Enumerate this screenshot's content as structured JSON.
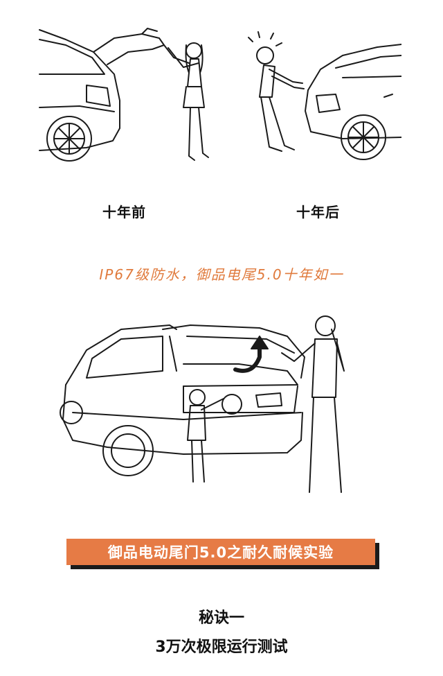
{
  "top_panel": {
    "before_caption": "十年前",
    "after_caption": "十年后"
  },
  "slogan": "IP67级防水，御品电尾5.0十年如一",
  "banner": {
    "title": "御品电动尾门5.0之耐久耐候实验",
    "color": "#e67b45",
    "shadow_color": "#1b1b1b"
  },
  "tip": {
    "line1": "秘诀一",
    "line2": "3万次极限运行测试"
  },
  "colors": {
    "slogan": "#e07a3c",
    "ink": "#111111"
  }
}
